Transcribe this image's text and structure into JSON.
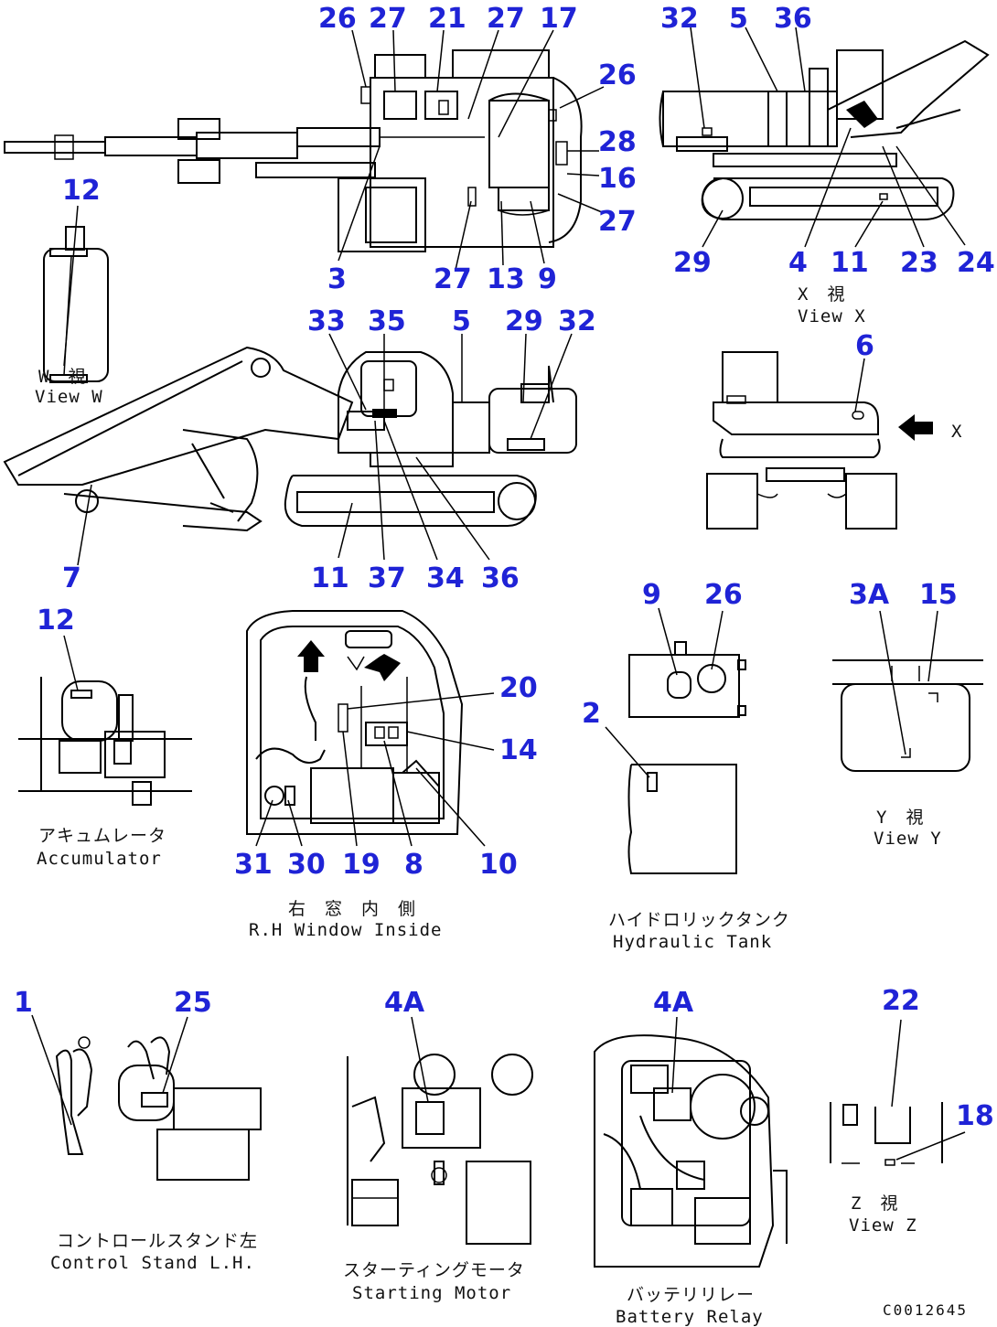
{
  "drawing_code": "C0012645",
  "callouts": [
    {
      "id": "c-26a",
      "text": "26"
    },
    {
      "id": "c-27a",
      "text": "27"
    },
    {
      "id": "c-21",
      "text": "21"
    },
    {
      "id": "c-27b",
      "text": "27"
    },
    {
      "id": "c-17",
      "text": "17"
    },
    {
      "id": "c-26b",
      "text": "26"
    },
    {
      "id": "c-28",
      "text": "28"
    },
    {
      "id": "c-16",
      "text": "16"
    },
    {
      "id": "c-27c",
      "text": "27"
    },
    {
      "id": "c-3",
      "text": "3"
    },
    {
      "id": "c-27d",
      "text": "27"
    },
    {
      "id": "c-13",
      "text": "13"
    },
    {
      "id": "c-9a",
      "text": "9"
    },
    {
      "id": "c-32a",
      "text": "32"
    },
    {
      "id": "c-5a",
      "text": "5"
    },
    {
      "id": "c-36a",
      "text": "36"
    },
    {
      "id": "c-29a",
      "text": "29"
    },
    {
      "id": "c-4",
      "text": "4"
    },
    {
      "id": "c-11a",
      "text": "11"
    },
    {
      "id": "c-23",
      "text": "23"
    },
    {
      "id": "c-24",
      "text": "24"
    },
    {
      "id": "c-12a",
      "text": "12"
    },
    {
      "id": "c-33",
      "text": "33"
    },
    {
      "id": "c-35",
      "text": "35"
    },
    {
      "id": "c-5b",
      "text": "5"
    },
    {
      "id": "c-29b",
      "text": "29"
    },
    {
      "id": "c-32b",
      "text": "32"
    },
    {
      "id": "c-6",
      "text": "6"
    },
    {
      "id": "c-7",
      "text": "7"
    },
    {
      "id": "c-11b",
      "text": "11"
    },
    {
      "id": "c-37",
      "text": "37"
    },
    {
      "id": "c-34",
      "text": "34"
    },
    {
      "id": "c-36b",
      "text": "36"
    },
    {
      "id": "c-12b",
      "text": "12"
    },
    {
      "id": "c-20",
      "text": "20"
    },
    {
      "id": "c-14",
      "text": "14"
    },
    {
      "id": "c-31",
      "text": "31"
    },
    {
      "id": "c-30",
      "text": "30"
    },
    {
      "id": "c-19",
      "text": "19"
    },
    {
      "id": "c-8",
      "text": "8"
    },
    {
      "id": "c-10",
      "text": "10"
    },
    {
      "id": "c-9b",
      "text": "9"
    },
    {
      "id": "c-26c",
      "text": "26"
    },
    {
      "id": "c-2",
      "text": "2"
    },
    {
      "id": "c-3A",
      "text": "3A"
    },
    {
      "id": "c-15",
      "text": "15"
    },
    {
      "id": "c-1",
      "text": "1"
    },
    {
      "id": "c-25",
      "text": "25"
    },
    {
      "id": "c-4Aa",
      "text": "4A"
    },
    {
      "id": "c-4Ab",
      "text": "4A"
    },
    {
      "id": "c-22",
      "text": "22"
    },
    {
      "id": "c-18",
      "text": "18"
    }
  ],
  "captions": {
    "view_x_jp": "X　視",
    "view_x_en": "View X",
    "view_w_jp": "W　視",
    "view_w_en": "View W",
    "accumulator_jp": "アキュムレータ",
    "accumulator_en": "Accumulator",
    "rh_window_jp": "右　窓　内　側",
    "rh_window_en": "R.H Window Inside",
    "hydraulic_tank_jp": "ハイドロリックタンク",
    "hydraulic_tank_en": "Hydraulic Tank",
    "view_y_jp": "Y　視",
    "view_y_en": "View Y",
    "control_stand_jp": "コントロールスタンド左",
    "control_stand_en": "Control Stand L.H.",
    "starting_motor_jp": "スターティングモータ",
    "starting_motor_en": "Starting Motor",
    "battery_relay_jp": "バッテリリレー",
    "battery_relay_en": "Battery Relay",
    "view_z_jp": "Z　視",
    "view_z_en": "View Z",
    "arrow_label": "X"
  }
}
